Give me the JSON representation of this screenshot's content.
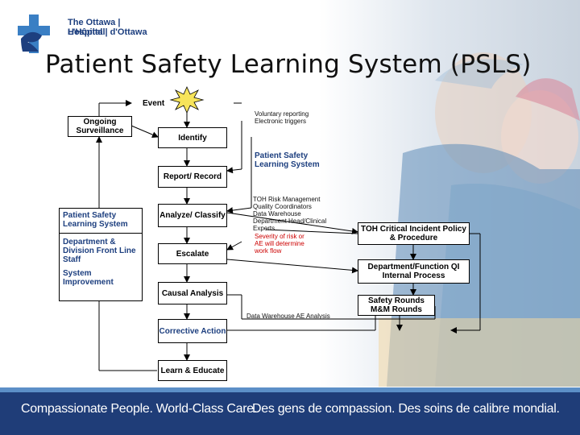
{
  "logo": {
    "line1": "The Ottawa | L'Hôpital",
    "line2": "Hospital   | d'Ottawa"
  },
  "title": "Patient Safety Learning System (PSLS)",
  "event_label": "Event",
  "flow": {
    "ongoing": "Ongoing Surveillance",
    "identify": "Identify",
    "report": "Report/ Record",
    "analyze": "Analyze/ Classify",
    "escalate": "Escalate",
    "causal": "Causal Analysis",
    "corrective": "Corrective Action",
    "learn": "Learn & Educate"
  },
  "legend": {
    "item1": "Patient Safety Learning System",
    "item2": "Department & Division Front Line Staff",
    "item3": "System Improvement"
  },
  "notes": {
    "voluntary": "Voluntary reporting",
    "electronic": "Electronic triggers",
    "psls": "Patient Safety Learning System",
    "toh_list": [
      "TOH Risk Management",
      "Quality Coordinators",
      "Data Warehouse",
      "Department Head/Clinical",
      "Experts"
    ],
    "severity": [
      "Severity of risk or",
      "AE will determine",
      "work flow"
    ],
    "dw_analysis": "Data Warehouse AE Analysis"
  },
  "right_boxes": {
    "toh_policy": "TOH Critical Incident Policy & Procedure",
    "qi_process": "Department/Function QI Internal Process",
    "rounds": "Safety Rounds M&M Rounds"
  },
  "footer": {
    "en": "Compassionate People. World-Class Care.",
    "fr": "Des gens de compassion. Des soins de calibre mondial."
  },
  "colors": {
    "navy": "#1f3d78",
    "text_blue": "#1d3f7f",
    "red": "#cc0000",
    "accent_line": "#5c8fc7"
  }
}
